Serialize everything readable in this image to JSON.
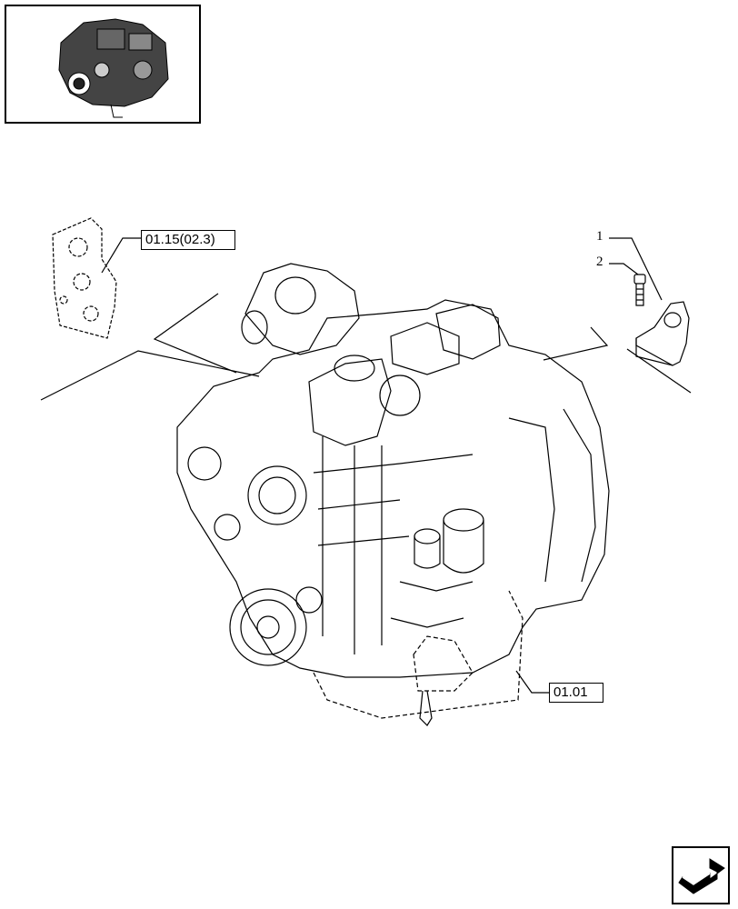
{
  "refs": {
    "upper_left": "01.15(02.3)",
    "lower_right": "01.01"
  },
  "callouts": {
    "item_1": "1",
    "item_2": "2"
  },
  "icons": {
    "thumbnail": "engine-thumbnail-icon",
    "nav": "next-page-arrow-icon"
  }
}
